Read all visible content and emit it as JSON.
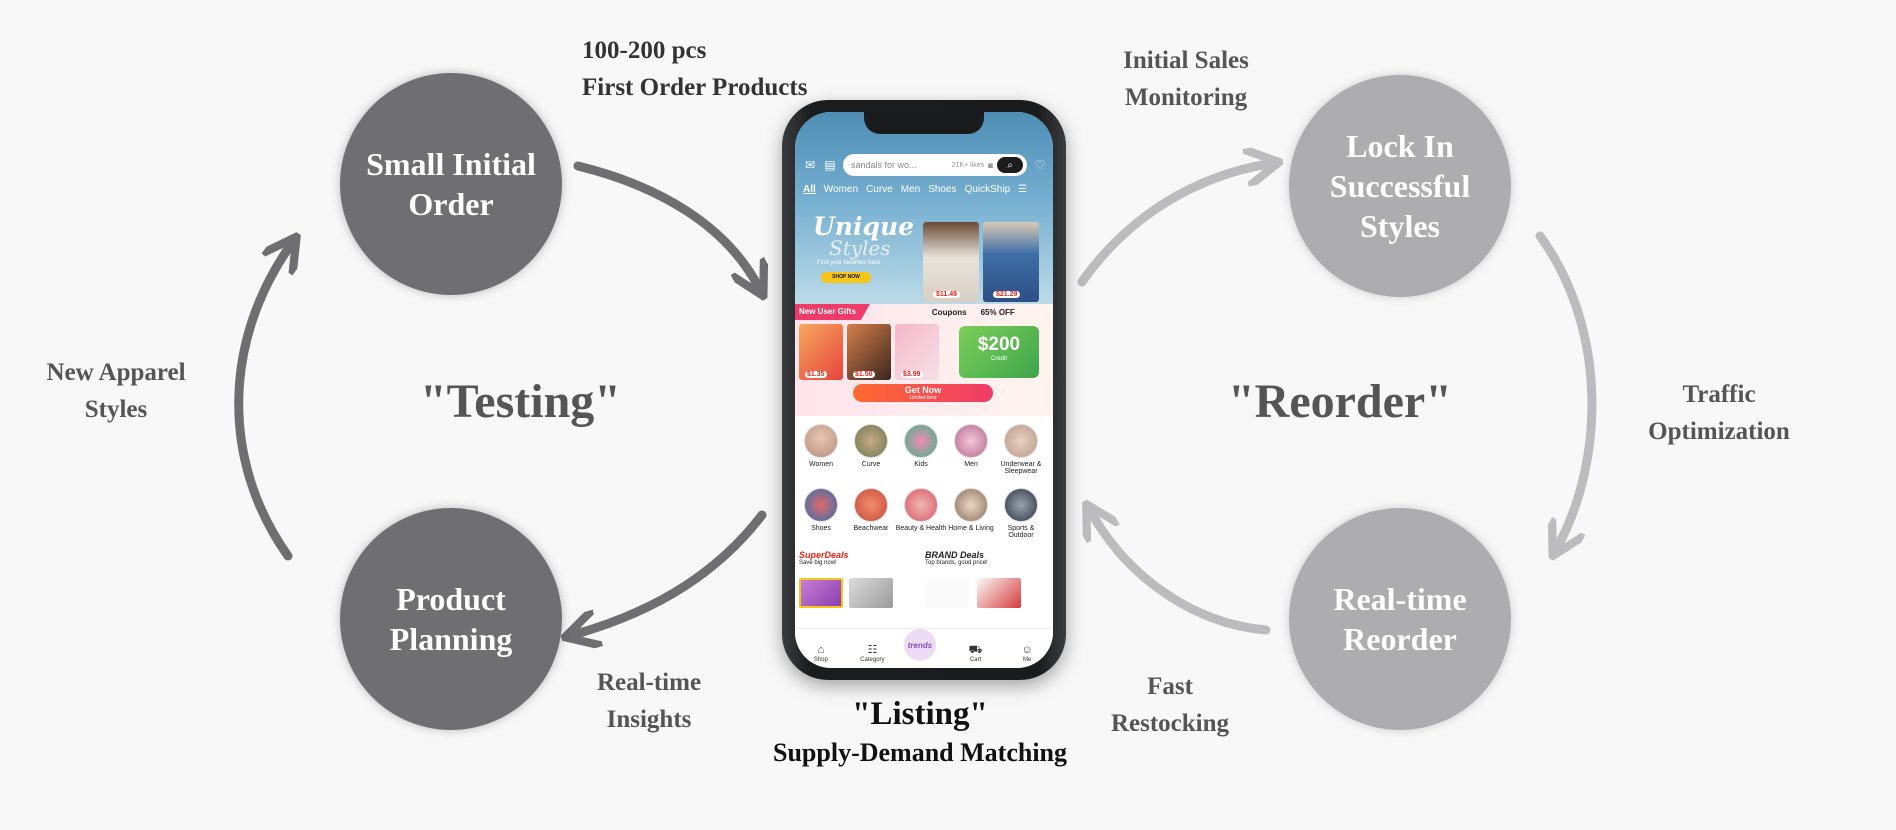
{
  "nodes": {
    "small_initial_order": "Small Initial Order",
    "product_planning": "Product Planning",
    "lock_in": "Lock In Successful Styles",
    "realtime_reorder": "Real-time Reorder"
  },
  "labels": {
    "first_order_line1": "100-200 pcs",
    "first_order_line2": "First Order Products",
    "new_apparel_line1": "New Apparel",
    "new_apparel_line2": "Styles",
    "realtime_insights_line1": "Real-time",
    "realtime_insights_line2": "Insights",
    "initial_sales_line1": "Initial Sales",
    "initial_sales_line2": "Monitoring",
    "traffic_line1": "Traffic",
    "traffic_line2": "Optimization",
    "fast_restock_line1": "Fast",
    "fast_restock_line2": "Restocking"
  },
  "phases": {
    "testing": "\"Testing\"",
    "reorder": "\"Reorder\"",
    "listing": "\"Listing\"",
    "listing_sub": "Supply-Demand Matching"
  },
  "phone": {
    "search_placeholder": "sandals for wo...",
    "search_likes": "21K+ likes",
    "categories": [
      "All",
      "Women",
      "Curve",
      "Men",
      "Shoes",
      "QuickShip"
    ],
    "banner_title": "Unique",
    "banner_title2": "Styles",
    "banner_sub": "Find your favorites here",
    "banner_cta": "SHOP NOW",
    "banner_prices": [
      "$11.49",
      "$21.29"
    ],
    "gifts_title": "New User Gifts",
    "coupons": "Coupons",
    "off": "65% OFF",
    "gift_prices": [
      "$1.35",
      "$1.50",
      "$3.99"
    ],
    "credit_amount": "$200",
    "credit_label": "Credit",
    "get_now": "Get Now",
    "get_now_sub": "Limited time",
    "cat_row1": [
      "Women",
      "Curve",
      "Kids",
      "Men",
      "Underwear & Sleepwear"
    ],
    "cat_row2": [
      "Shoes",
      "Beachwear",
      "Beauty & Health",
      "Home & Living",
      "Sports & Outdoor"
    ],
    "super_deals": "SuperDeals",
    "super_deals_sub": "Save big now!",
    "brand_deals": "BRAND Deals",
    "brand_deals_sub": "Top brands, good price!",
    "tabs": [
      "Shop",
      "Category",
      "trends",
      "Cart",
      "Me"
    ]
  },
  "colors": {
    "dark_node": "#6f6f71",
    "light_node": "#adadaf",
    "dark_arrow": "#6f6f71",
    "light_arrow": "#bcbcbe"
  }
}
